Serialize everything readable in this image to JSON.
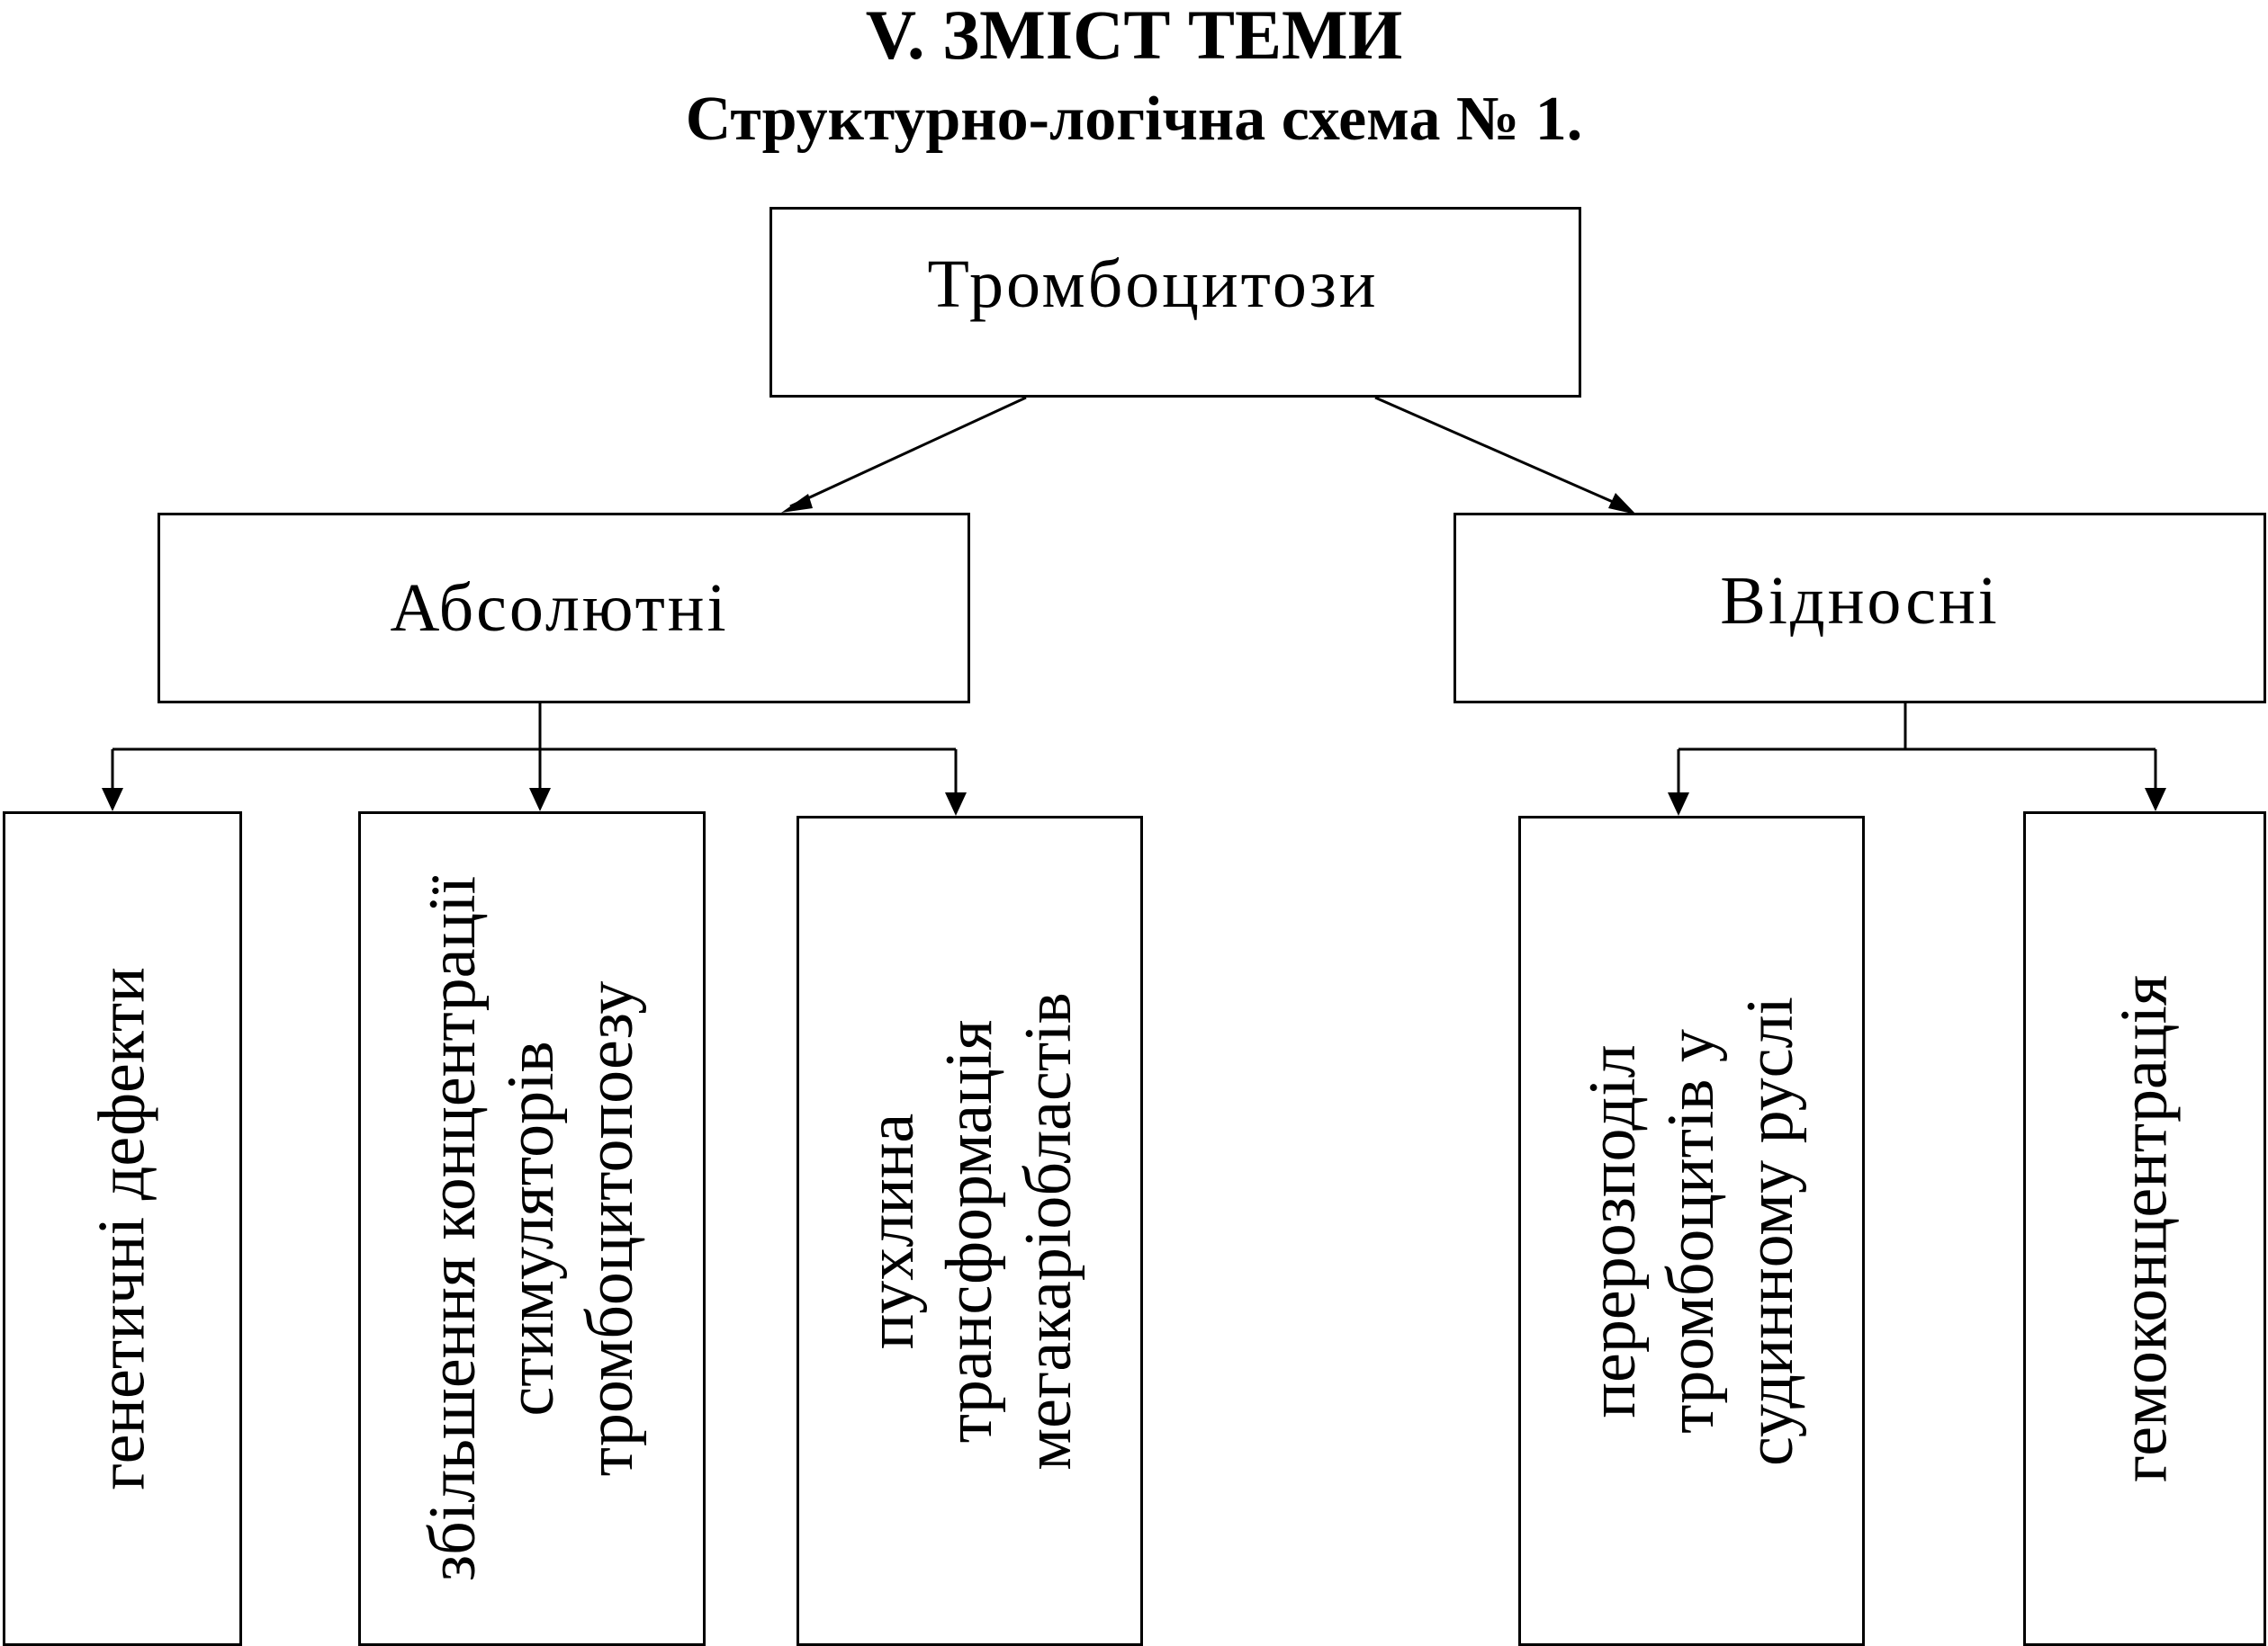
{
  "header": {
    "title": "V. ЗМІСТ ТЕМИ",
    "subtitle": "Структурно-логічна схема № 1."
  },
  "diagram": {
    "root": {
      "label": "Тромбоцитози"
    },
    "branches": [
      {
        "label": "Абсолютні",
        "children": [
          {
            "lines": [
              "генетичні дефекти"
            ]
          },
          {
            "lines": [
              "збільшення концентрації",
              "стимуляторів",
              "тромбоцитопоезу"
            ]
          },
          {
            "lines": [
              "пухлина",
              "трансформація",
              "мегакаріобластів"
            ]
          }
        ]
      },
      {
        "label": "Відносні",
        "children": [
          {
            "lines": [
              "перерозподіл",
              "тромбоцитів у",
              "судинному руслі"
            ]
          },
          {
            "lines": [
              "гемоконцентрація"
            ]
          }
        ]
      }
    ]
  },
  "colors": {
    "line": "#000000",
    "background": "#ffffff"
  }
}
